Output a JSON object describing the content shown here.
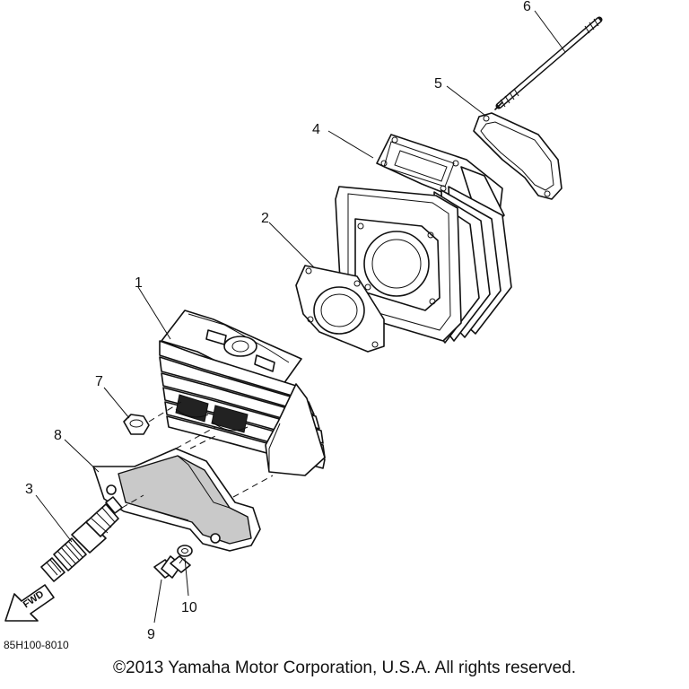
{
  "diagram": {
    "callouts": {
      "c1": "1",
      "c2": "2",
      "c3": "3",
      "c4": "4",
      "c5": "5",
      "c6": "6",
      "c7": "7",
      "c8": "8",
      "c9": "9",
      "c10": "10"
    },
    "fwd_label": "FWD"
  },
  "footer": {
    "part_code": "85H100-8010",
    "copyright": "©2013 Yamaha Motor Corporation, U.S.A. All rights reserved."
  }
}
